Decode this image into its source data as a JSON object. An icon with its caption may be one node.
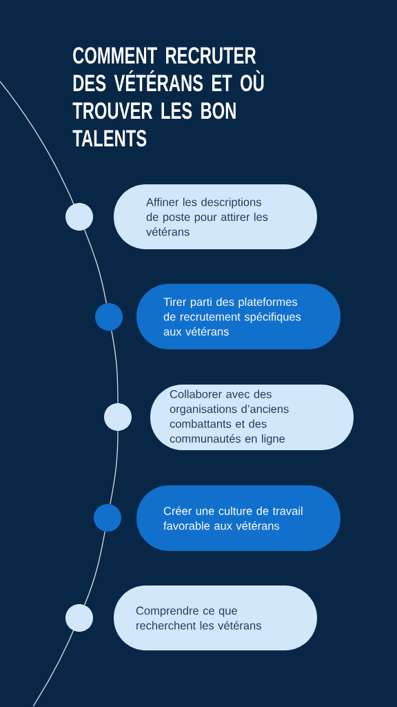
{
  "diagram": {
    "title": "COMMENT RECRUTER DES VÉTÉRANS ET OÙ TROUVER LES BON TALENTS",
    "nodes": [
      {
        "text": [],
        "shape": "circle"
      },
      {
        "text": [
          "Affiner les descriptions de poste pour attirer les vétérans"
        ]
      },
      {
        "text": [],
        "shape": "circle"
      },
      {
        "text": [
          "Tirer parti des plateformes de recrutement spécifiques aux vétérans"
        ]
      },
      {
        "text": [],
        "shape": "circle"
      },
      {
        "text": [
          "Collaborer avec des organisations d’anciens combattants et des communautés en ligne"
        ]
      },
      {
        "text": [],
        "shape": "circle"
      },
      {
        "text": [
          "Créer une culture de travail favorable aux vétérans"
        ]
      },
      {
        "text": [],
        "shape": "circle"
      },
      {
        "text": [
          "Comprendre ce que recherchent les vétérans"
        ]
      }
    ],
    "edges": [
      {
        "from": 0,
        "to": 2,
        "arrow": "none"
      },
      {
        "from": 2,
        "to": 4,
        "arrow": "none"
      },
      {
        "from": 4,
        "to": 6,
        "arrow": "none"
      },
      {
        "from": 6,
        "to": 8,
        "arrow": "none"
      }
    ]
  }
}
